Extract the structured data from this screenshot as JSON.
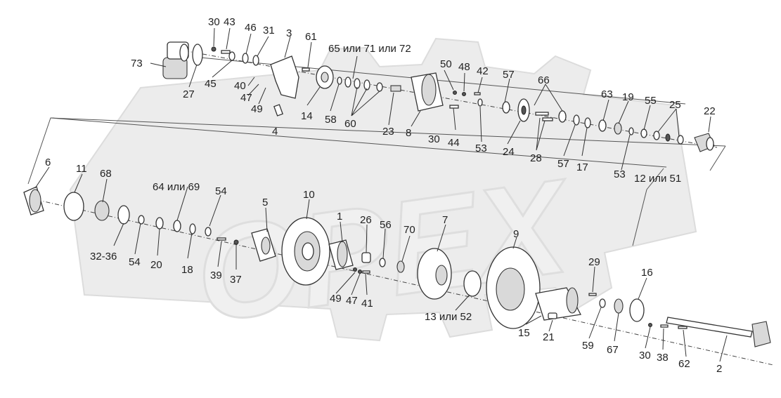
{
  "labels": {
    "l1": "1",
    "l2": "2",
    "l3": "3",
    "l4": "4",
    "l5": "5",
    "l6": "6",
    "l7": "7",
    "l8": "8",
    "l9": "9",
    "l10": "10",
    "l11": "11",
    "l12_51": "12 или 51",
    "l13_52": "13 или 52",
    "l14": "14",
    "l15": "15",
    "l16": "16",
    "l17": "17",
    "l18": "18",
    "l19": "19",
    "l20": "20",
    "l21": "21",
    "l22": "22",
    "l23": "23",
    "l24": "24",
    "l25": "25",
    "l26": "26",
    "l27": "27",
    "l28": "28",
    "l29": "29",
    "l30a": "30",
    "l30b": "30",
    "l30c": "30",
    "l31": "31",
    "l32_36": "32-36",
    "l37": "37",
    "l38": "38",
    "l39": "39",
    "l40": "40",
    "l41": "41",
    "l42": "42",
    "l43": "43",
    "l44": "44",
    "l45": "45",
    "l46": "46",
    "l47a": "47",
    "l47b": "47",
    "l48": "48",
    "l49a": "49",
    "l49b": "49",
    "l50": "50",
    "l53a": "53",
    "l53b": "53",
    "l54a": "54",
    "l54b": "54",
    "l55": "55",
    "l56": "56",
    "l57a": "57",
    "l57b": "57",
    "l58": "58",
    "l59": "59",
    "l60": "60",
    "l61": "61",
    "l62": "62",
    "l63": "63",
    "l64_69": "64 или 69",
    "l65_71_72": "65 или 71 или 72",
    "l66": "66",
    "l67": "67",
    "l68": "68",
    "l70": "70",
    "l73": "73"
  },
  "watermark": "OPEX",
  "icons": {
    "watermark_gear": "gear-icon"
  },
  "colors": {
    "line": "#333333",
    "watermark_fill": "#ececec",
    "background": "#ffffff"
  }
}
